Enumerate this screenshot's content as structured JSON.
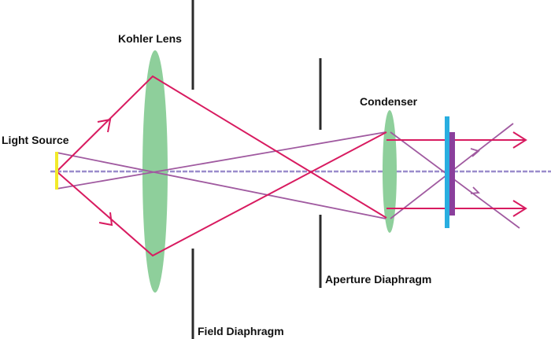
{
  "labels": {
    "light_source": "Light Source",
    "kohler_lens": "Kohler Lens",
    "field_diaphragm": "Field Diaphragm",
    "condenser": "Condenser",
    "aperture_diaphragm": "Aperture Diaphragm"
  },
  "colors": {
    "lens": "#8ecf9b",
    "imaging_ray": "#d81b60",
    "illumination_ray": "#a05aa0",
    "optical_axis": "#9a8ccc",
    "diaphragm": "#2b2b2b",
    "light_source": "#f2ea2a",
    "specimen_slide": "#29aee0",
    "specimen": "#8a3f9c"
  }
}
